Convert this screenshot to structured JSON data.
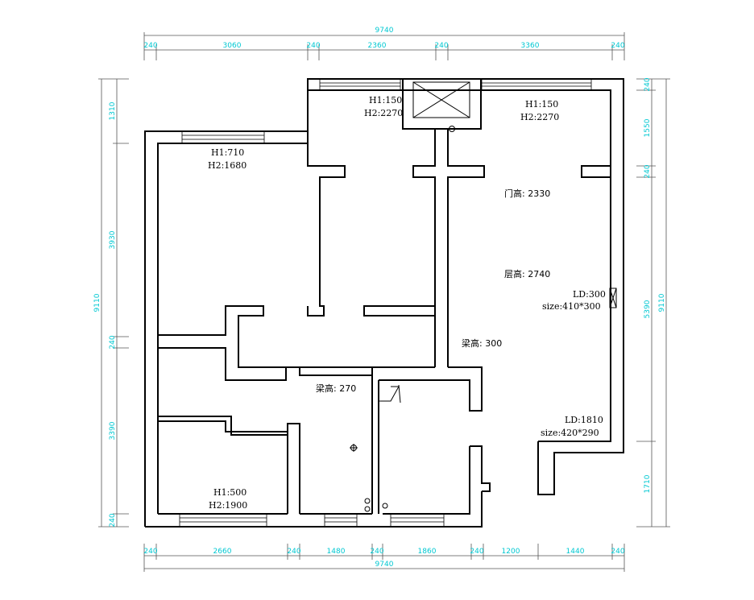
{
  "dimensions": {
    "top_total": "9740",
    "top_segments": [
      "240",
      "3060",
      "240",
      "2360",
      "240",
      "3360",
      "240"
    ],
    "bottom_total": "9740",
    "bottom_segments": [
      "240",
      "2660",
      "240",
      "1480",
      "240",
      "1860",
      "240",
      "1200",
      "1440",
      "240"
    ],
    "left_total": "9110",
    "left_segments": [
      "1310",
      "3930",
      "240",
      "3390",
      "240"
    ],
    "right_total": "9110",
    "right_segments": [
      "240",
      "1550",
      "240",
      "5390",
      "1710"
    ]
  },
  "labels": {
    "bedroom_window_h1": "H1:710",
    "bedroom_window_h2": "H2:1680",
    "balcony_a_h1": "H1:150",
    "balcony_a_h2": "H2:2270",
    "balcony_b_h1": "H1:150",
    "balcony_b_h2": "H2:2270",
    "door_height": "门高: 2330",
    "floor_height": "层高: 2740",
    "ld_top": "LD:300",
    "ld_top_size": "size:410*300",
    "beam_300": "梁高: 300",
    "beam_270": "梁高: 270",
    "ld_bottom": "LD:1810",
    "ld_bottom_size": "size:420*290",
    "small_window_h1": "H1:500",
    "small_window_h2": "H2:1900"
  }
}
